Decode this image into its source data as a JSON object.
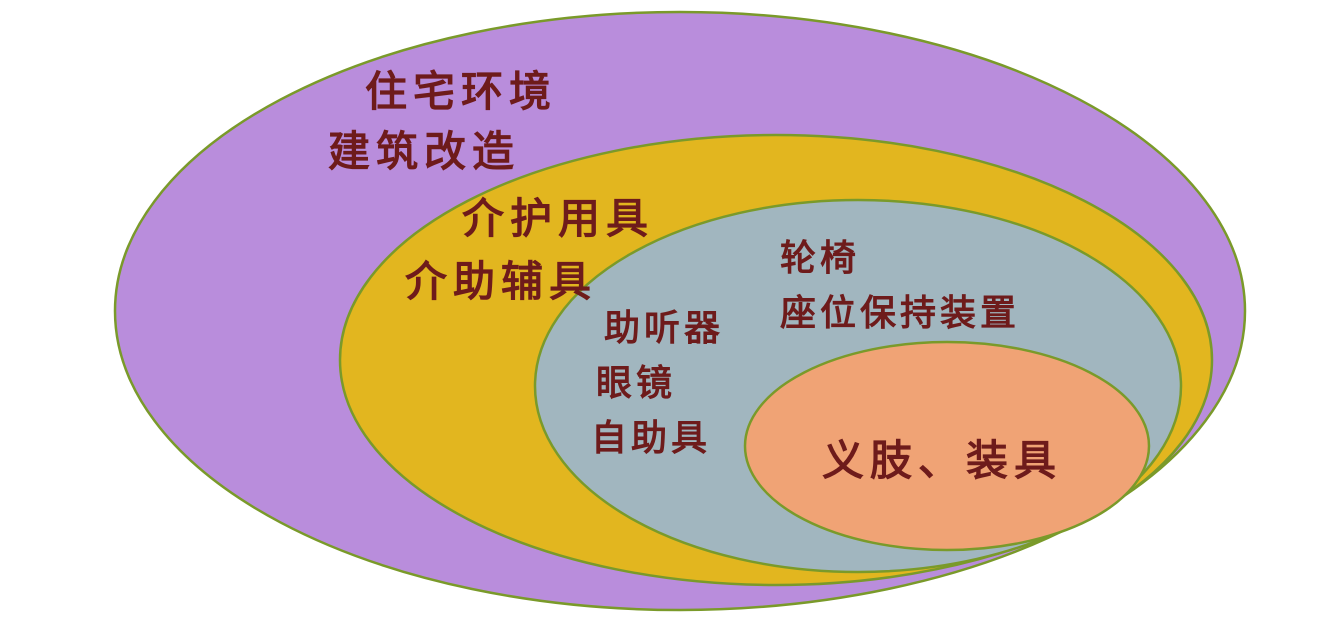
{
  "colors": {
    "outer": "#b98ddc",
    "middle": "#e2b61f",
    "inner": "#a1b6bf",
    "core": "#f0a375",
    "stroke": "#7a9a2a",
    "text": "#6e1b1b"
  },
  "levels": {
    "outer": {
      "lines": [
        "住宅环境",
        "建筑改造"
      ]
    },
    "middle": {
      "lines": [
        "介护用具",
        "介助辅具"
      ]
    },
    "inner_left": {
      "lines": [
        "助听器",
        "眼镜",
        "自助具"
      ]
    },
    "inner_right": {
      "lines": [
        "轮椅",
        "座位保持装置"
      ]
    },
    "core": {
      "lines": [
        "义肢、装具"
      ]
    }
  }
}
